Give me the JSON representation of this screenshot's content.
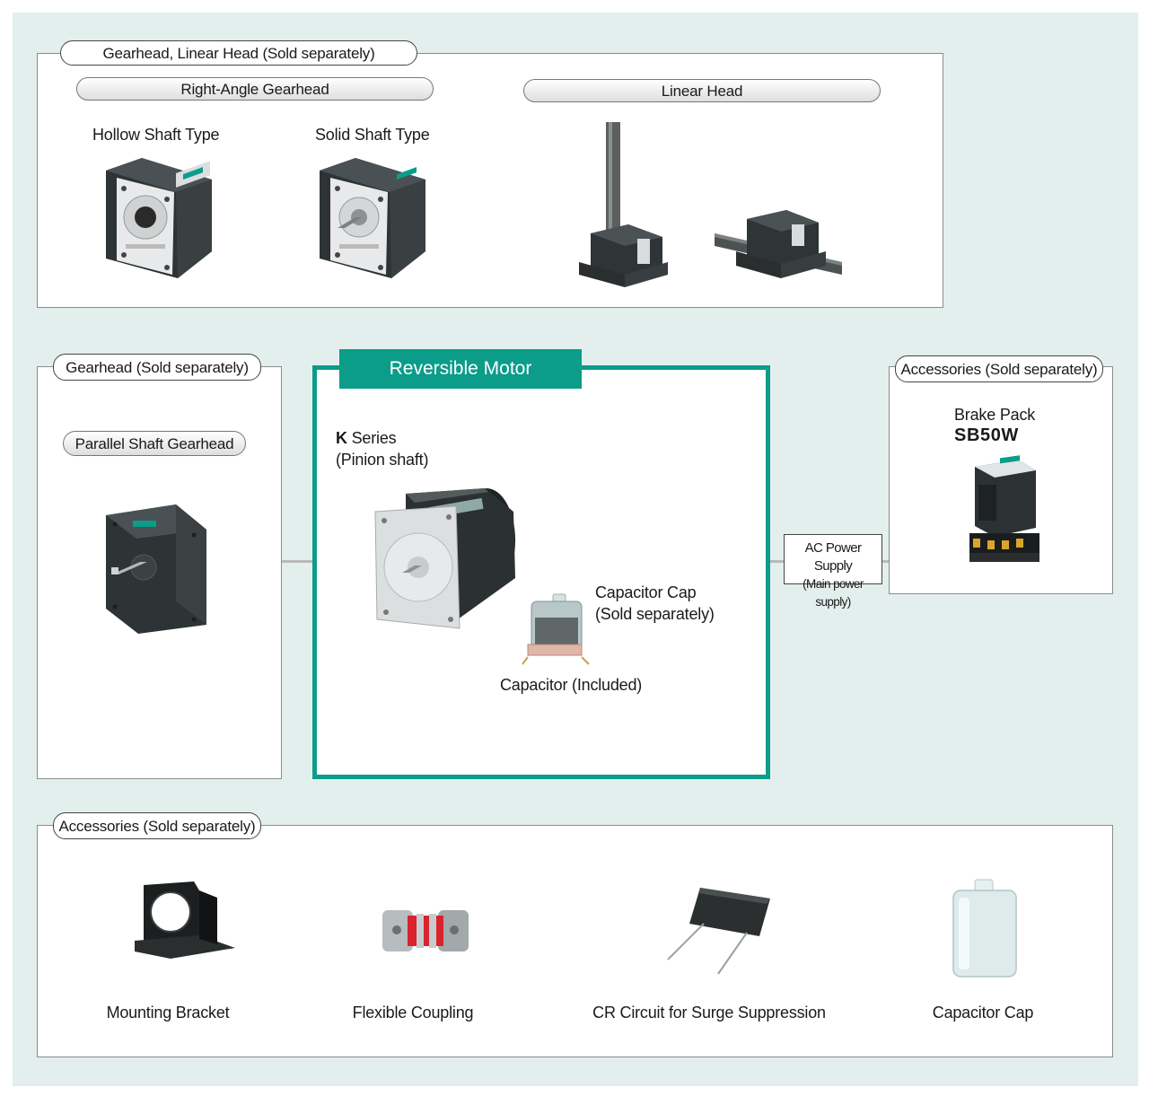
{
  "top_panel": {
    "title": "Gearhead, Linear Head (Sold separately)",
    "right_angle": {
      "title": "Right-Angle Gearhead",
      "hollow_label": "Hollow Shaft Type",
      "solid_label": "Solid Shaft Type"
    },
    "linear": {
      "title": "Linear Head"
    }
  },
  "gearhead_panel": {
    "title": "Gearhead (Sold separately)",
    "parallel_title": "Parallel Shaft Gearhead"
  },
  "motor": {
    "tab_title": "Reversible Motor",
    "series_prefix": "K",
    "series_suffix": " Series",
    "shaft": "(Pinion shaft)",
    "capacitor_cap_line1": "Capacitor Cap",
    "capacitor_cap_line2": "(Sold separately)",
    "capacitor_included": "Capacitor (Included)"
  },
  "ac_power": {
    "line1": "AC Power Supply",
    "line2": "(Main power supply)"
  },
  "accessories_right": {
    "title": "Accessories (Sold separately)",
    "brake_label": "Brake Pack",
    "brake_model": "SB50W"
  },
  "accessories_bottom": {
    "title": "Accessories (Sold separately)",
    "items": [
      {
        "label": "Mounting Bracket"
      },
      {
        "label": "Flexible Coupling"
      },
      {
        "label": "CR Circuit for Surge Suppression"
      },
      {
        "label": "Capacitor Cap"
      }
    ]
  },
  "colors": {
    "background": "#e3efed",
    "accent": "#0b9c8a",
    "connector": "#b9b9b9"
  }
}
